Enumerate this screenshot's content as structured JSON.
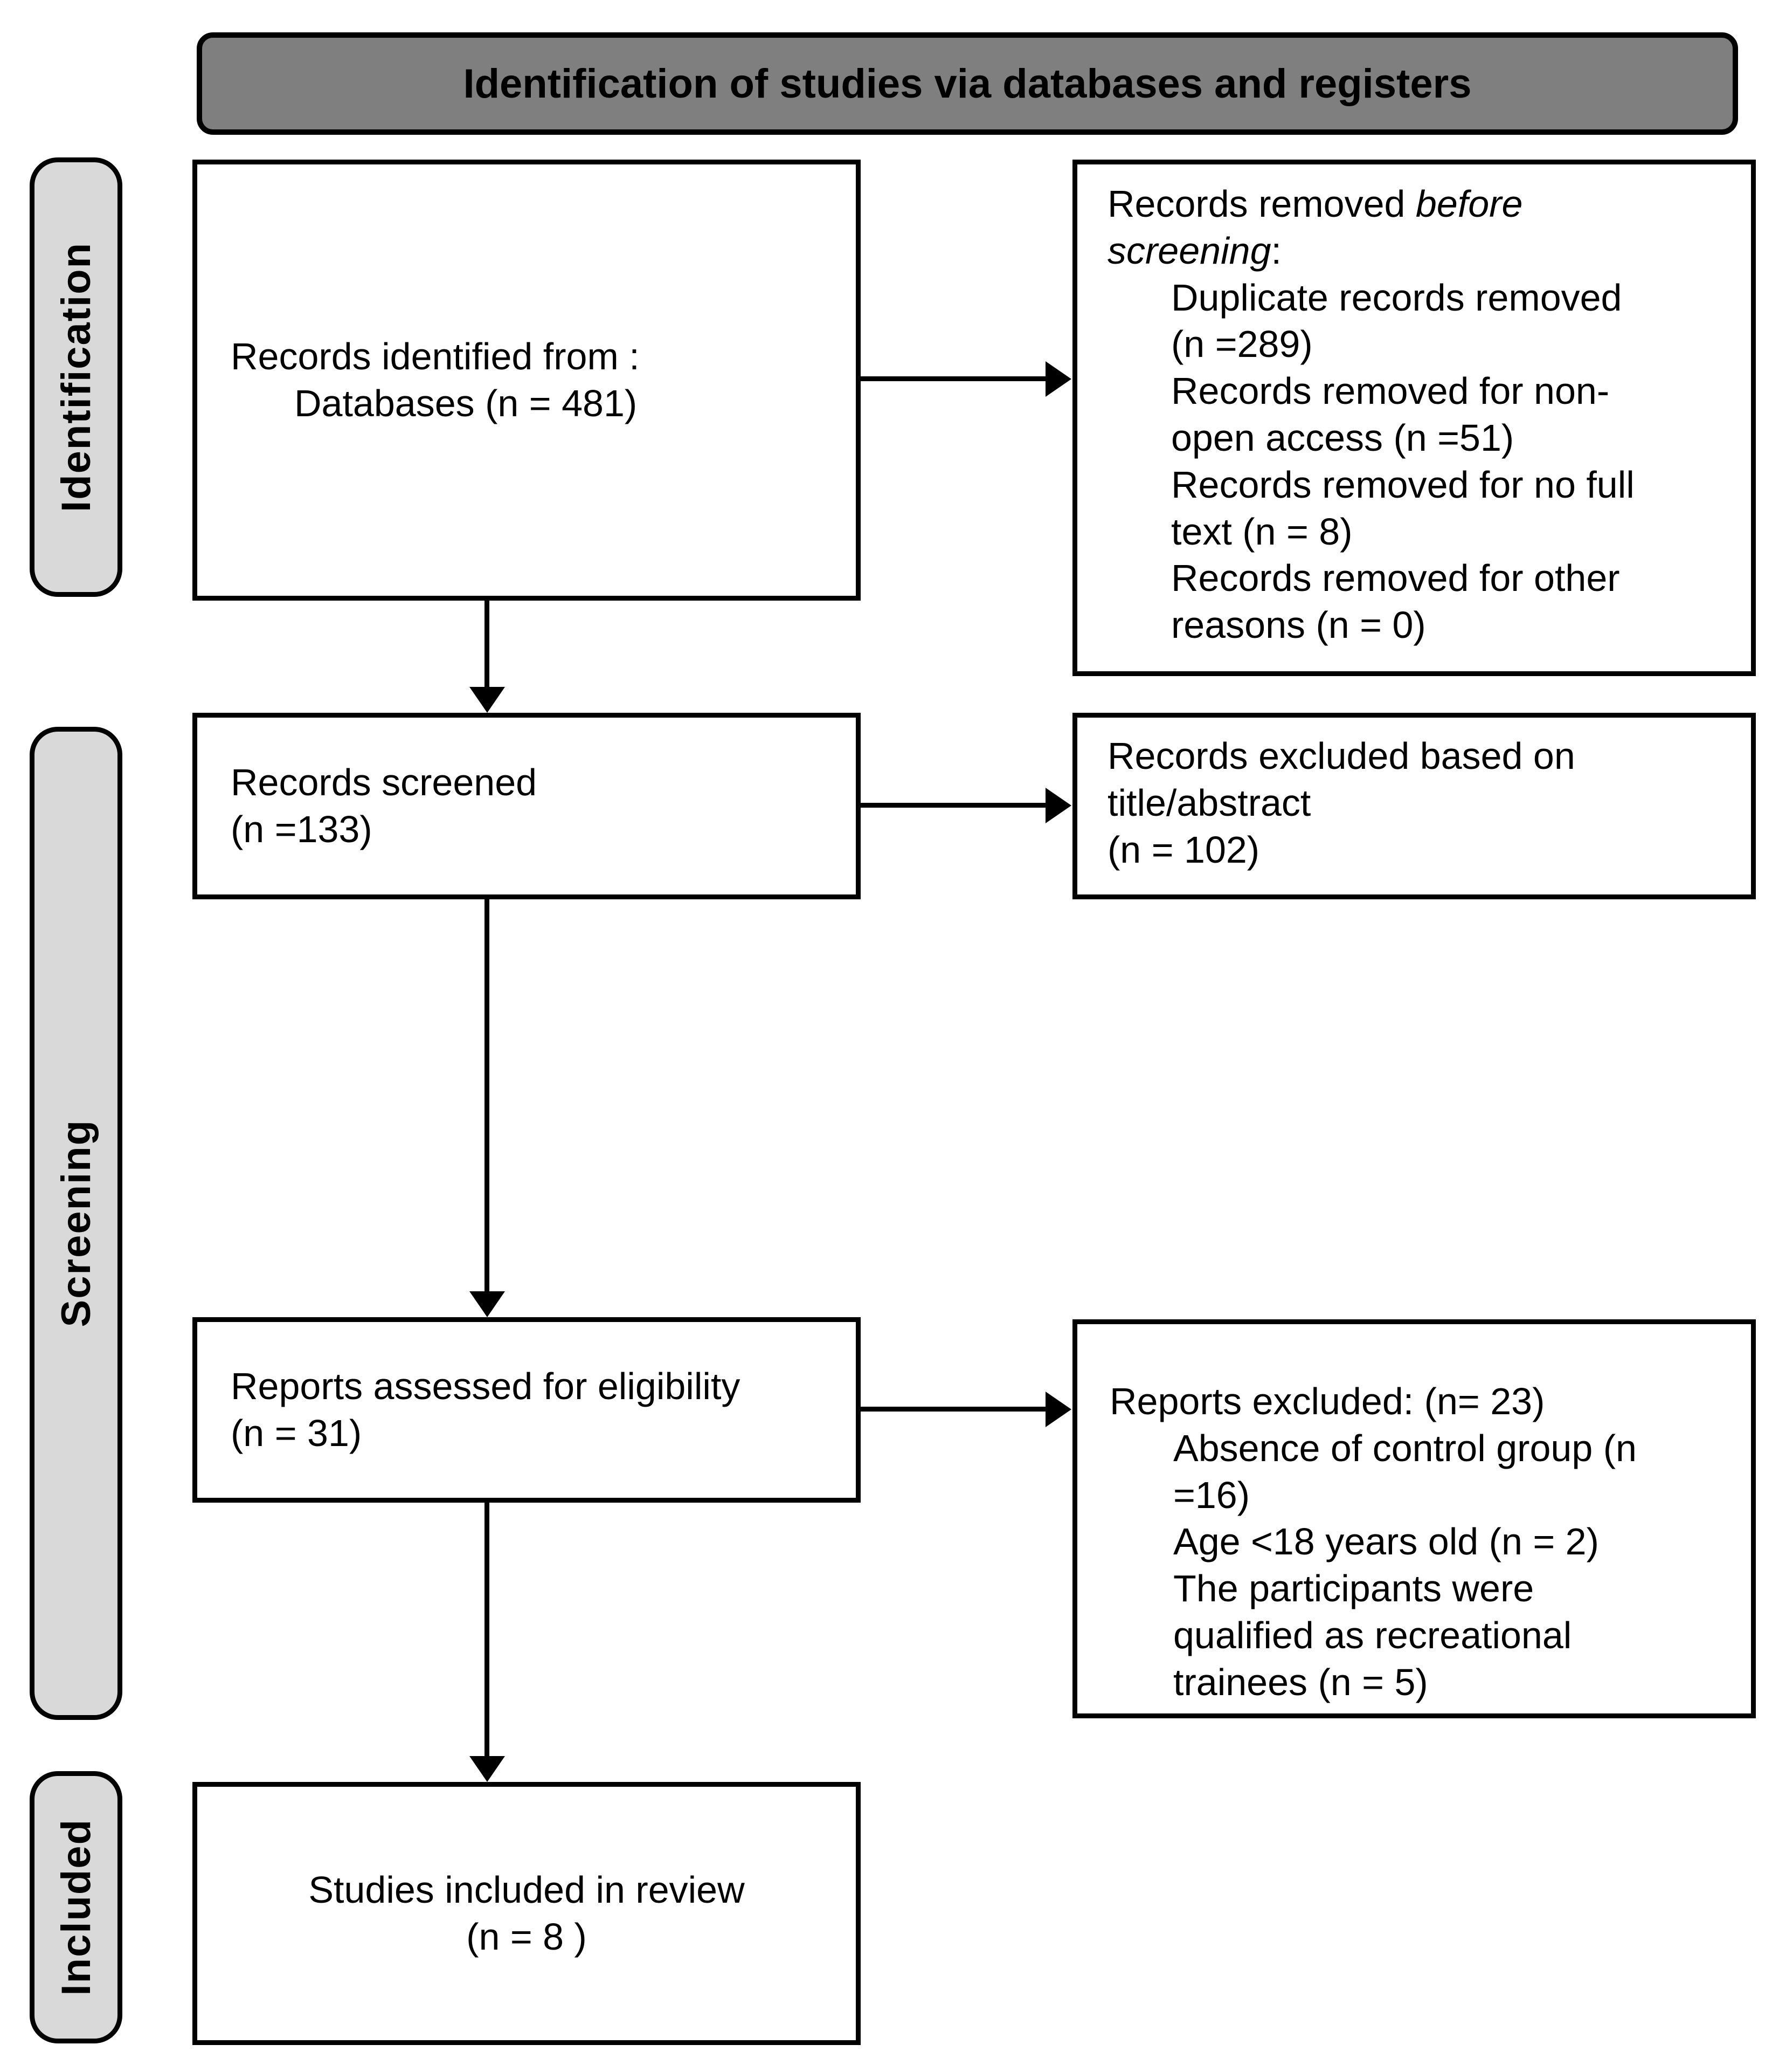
{
  "banner": {
    "title": "Identification of studies via databases and registers"
  },
  "sidebar": {
    "identification": "Identification",
    "screening": "Screening",
    "included": "Included"
  },
  "flow": {
    "records_identified": {
      "line1": "Records identified from :",
      "line2": "Databases (n = 481)"
    },
    "records_removed": {
      "intro": [
        {
          "text": "Records removed ",
          "italic": false
        },
        {
          "text": "before\nscreening",
          "italic": true
        },
        {
          "text": ":",
          "italic": false
        }
      ],
      "items": [
        "Duplicate records removed\n(n =289)",
        "Records removed for non-\nopen access (n =51)",
        "Records removed for no full\ntext (n = 8)",
        "Records removed for other\nreasons (n = 0)"
      ]
    },
    "records_screened": {
      "text": "Records screened\n(n =133)"
    },
    "records_excluded": {
      "text": "Records excluded based on\ntitle/abstract\n(n = 102)"
    },
    "reports_assessed": {
      "text": "Reports assessed for eligibility\n(n = 31)"
    },
    "reports_excluded": {
      "intro": "Reports excluded: (n= 23)",
      "items": [
        "Absence of control group (n\n=16)",
        "Age <18 years old (n = 2)",
        "The participants were\nqualified as recreational\ntrainees (n = 5)"
      ]
    },
    "studies_included": {
      "text": "Studies included in review\n(n = 8 )"
    }
  },
  "colors": {
    "banner_bg": "#7f7f7f",
    "sidebar_bg": "#d9d9d9",
    "line": "#000000"
  }
}
